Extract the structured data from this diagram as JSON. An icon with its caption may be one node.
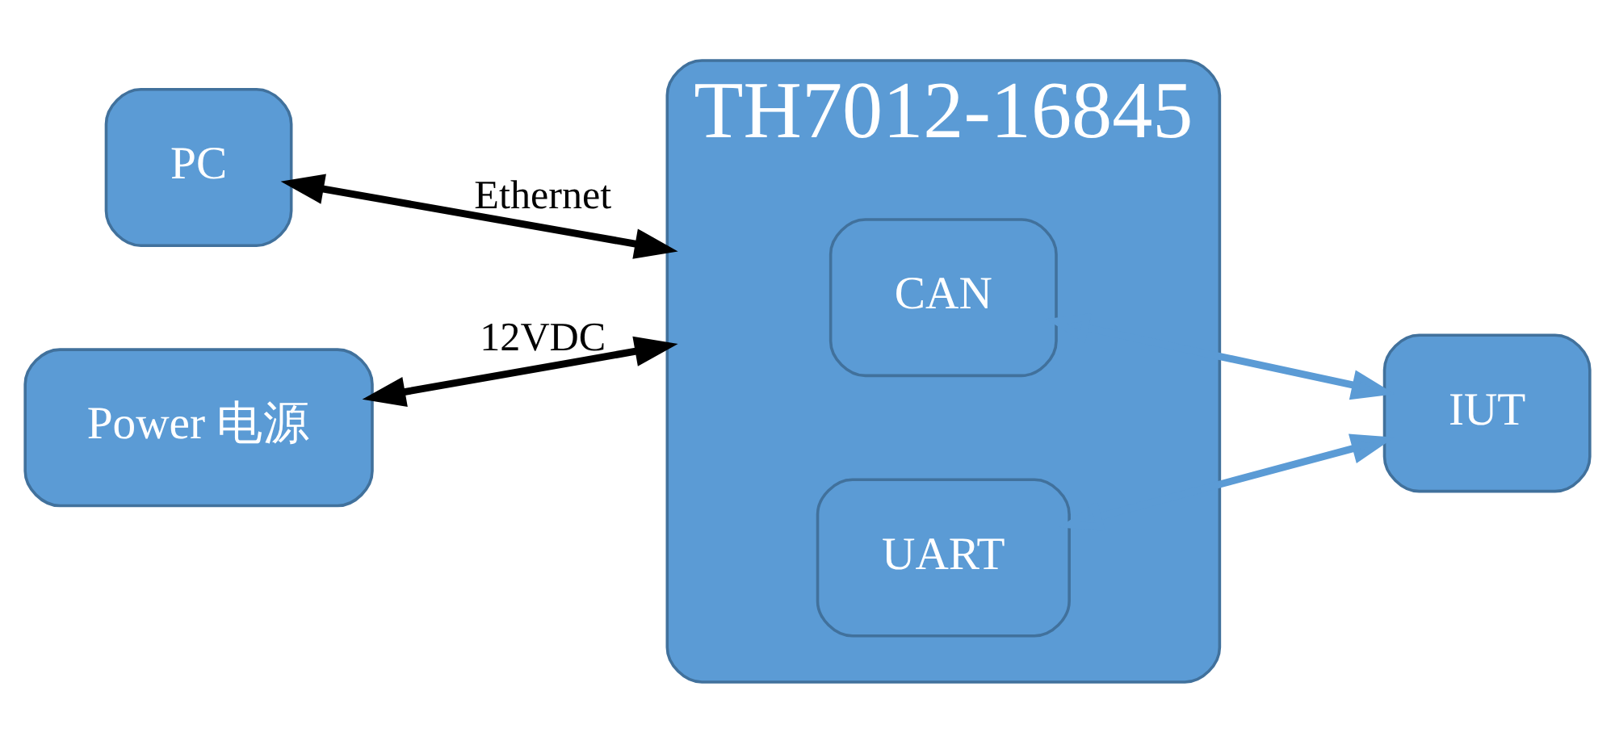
{
  "diagram": {
    "nodes": [
      {
        "text": [
          "PC"
        ]
      },
      {
        "text": [
          "Power 电源"
        ]
      },
      {
        "text": [
          "TH7012-16845"
        ]
      },
      {
        "text": [
          "CAN"
        ],
        "in": 2
      },
      {
        "text": [
          "UART"
        ],
        "in": 2
      },
      {
        "text": [
          "IUT"
        ]
      }
    ],
    "edges": [
      {
        "from": 0,
        "to": 2,
        "arrow": "both",
        "label": "Ethernet"
      },
      {
        "from": 1,
        "to": 2,
        "arrow": "both",
        "label": "12VDC"
      },
      {
        "from": 3,
        "to": 5,
        "arrow": "both",
        "color": "#5b9bd5"
      },
      {
        "from": 4,
        "to": 5,
        "arrow": "both",
        "color": "#5b9bd5"
      }
    ]
  }
}
